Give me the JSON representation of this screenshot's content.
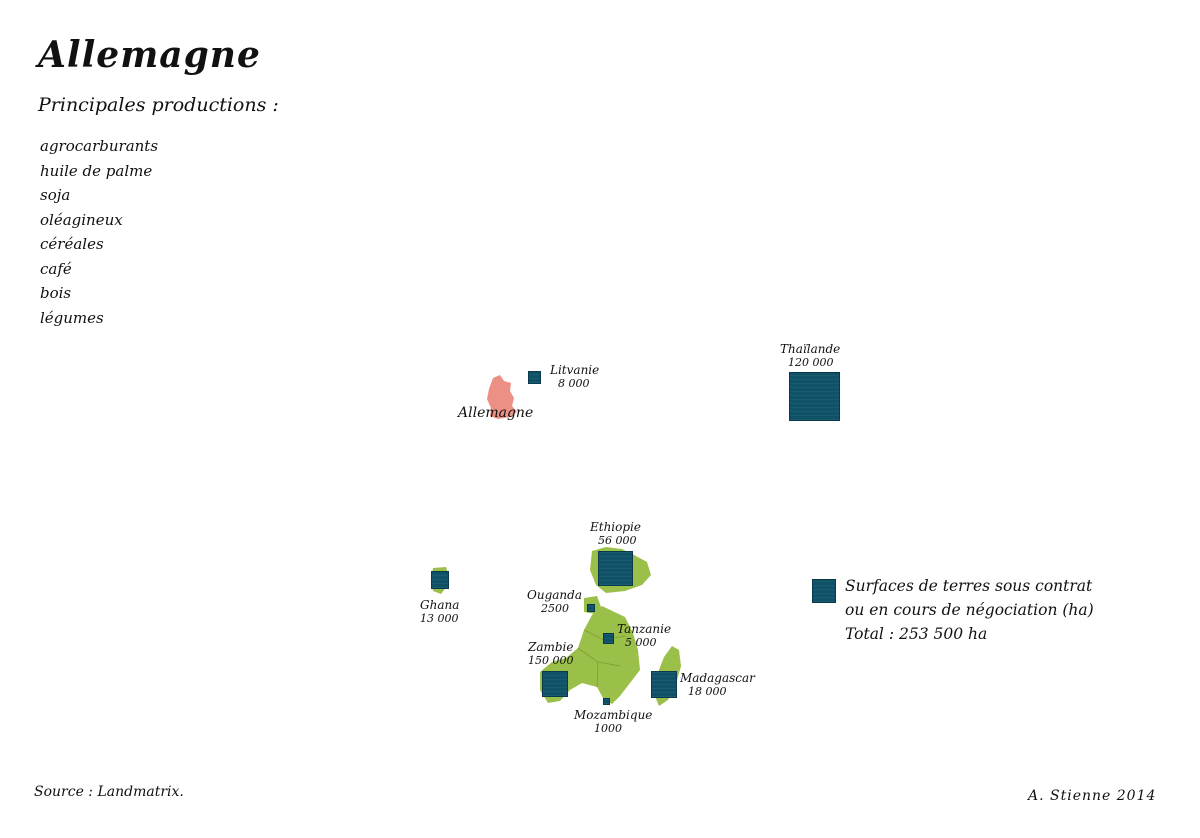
{
  "title": "Allemagne",
  "subtitle": "Principales productions :",
  "productions": [
    "agrocarburants",
    "huile de palme",
    "soja",
    "oléagineux",
    "céréales",
    "café",
    "bois",
    "légumes"
  ],
  "colors": {
    "investor_country": "#ec8f84",
    "land_area": "#0f5167",
    "africa": "#9bc049"
  },
  "investor": {
    "name": "Allemagne"
  },
  "deals": [
    {
      "id": "lituanie",
      "name": "Litvanie",
      "value": "8 000"
    },
    {
      "id": "thailande",
      "name": "Thaïlande",
      "value": "120 000"
    },
    {
      "id": "ethiopie",
      "name": "Ethiopie",
      "value": "56 000"
    },
    {
      "id": "ghana",
      "name": "Ghana",
      "value": "13 000"
    },
    {
      "id": "ouganda",
      "name": "Ouganda",
      "value": "2500"
    },
    {
      "id": "tanzanie",
      "name": "Tanzanie",
      "value": "5 000"
    },
    {
      "id": "zambie",
      "name": "Zambie",
      "value": "150 000"
    },
    {
      "id": "madagascar",
      "name": "Madagascar",
      "value": "18 000"
    },
    {
      "id": "mozambique",
      "name": "Mozambique",
      "value": "1000"
    }
  ],
  "legend": {
    "line1": "Surfaces de terres sous contrat",
    "line2": "ou en cours de négociation (ha)",
    "total": "Total : 253 500 ha"
  },
  "source": "Source : Landmatrix.",
  "signature": "A. Stienne  2014"
}
